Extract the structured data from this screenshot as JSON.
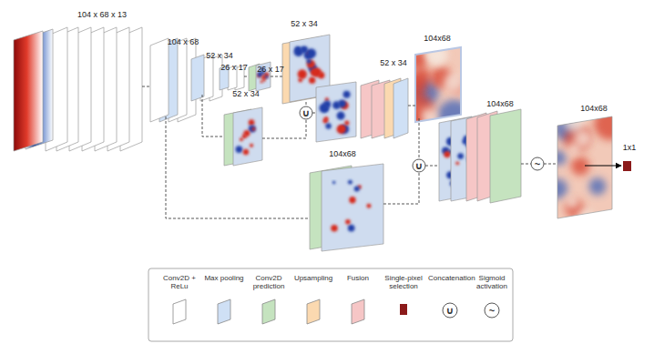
{
  "diagram": {
    "labels": [
      "104 x 68 x 13",
      "104 x 68",
      "52 x 34",
      "26 x 17",
      "26 x 17",
      "52 x 34",
      "52 x 34",
      "52 x 34",
      "104x68",
      "104x68",
      "104x68",
      "104x68",
      "1x1",
      "∪",
      "∪",
      "~",
      "∪",
      "~"
    ],
    "legend": [
      {
        "text": "Conv2D + ReLu",
        "color": "#ffffff"
      },
      {
        "text": "Max pooling",
        "color": "#cfe0f5"
      },
      {
        "text": "Conv2D prediction",
        "color": "#c5e3bf"
      },
      {
        "text": "Upsampling",
        "color": "#fbd9b0"
      },
      {
        "text": "Fusion",
        "color": "#f6c6c6"
      },
      {
        "text": "Single-pixel selection",
        "color": "#8b1a1a"
      },
      {
        "text": "Concatenation"
      },
      {
        "text": "Sigmoid activation"
      }
    ]
  }
}
